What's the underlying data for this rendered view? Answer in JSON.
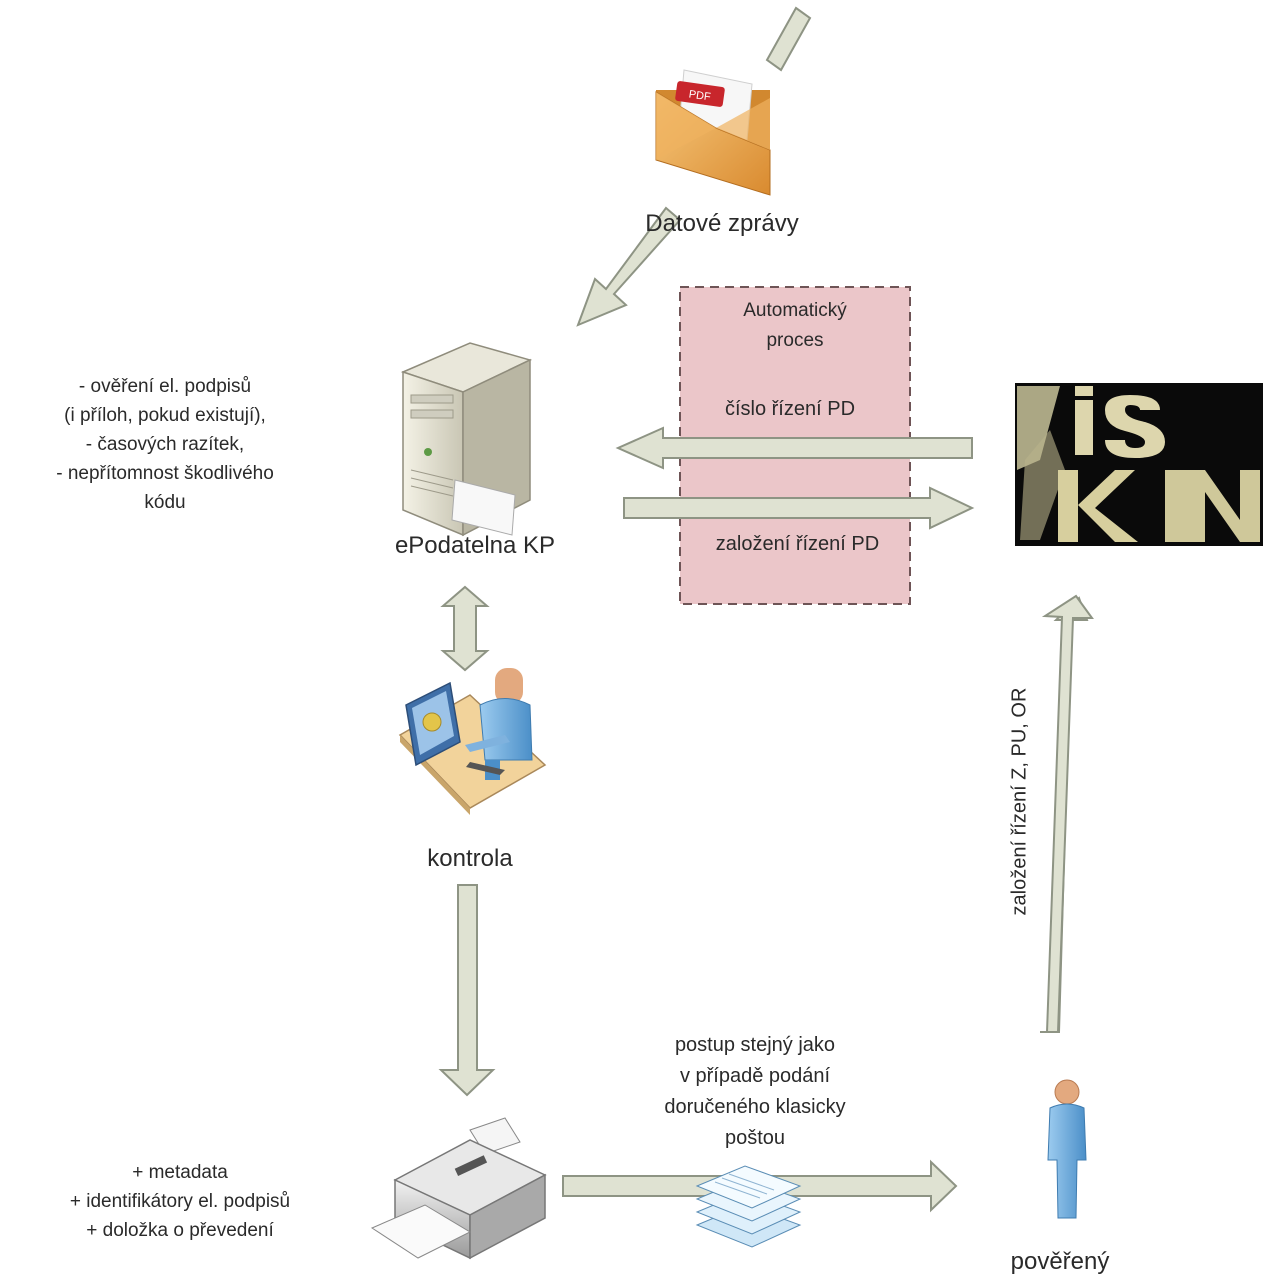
{
  "labels": {
    "datove_zpravy": "Datové zprávy",
    "epodatelna": "ePodatelna KP",
    "kontrola": "kontrola",
    "povereny": "pověřený",
    "auto_process": [
      "Automatický",
      "proces"
    ],
    "cislo_rizeni": "číslo řízení PD",
    "zalozeni_rizeni_pd": "založení řízení PD",
    "zalozeni_rizeni_z": "založení řízení Z, PU, OR",
    "overeni": [
      "- ověření el. podpisů",
      "(i příloh, pokud existují),",
      "- časových razítek,",
      "- nepřítomnost škodlivého",
      "kódu"
    ],
    "postup": [
      "postup stejný jako",
      "v případě podání",
      "doručeného klasicky",
      "poštou"
    ],
    "metadata": [
      "+ metadata",
      "+ identifikátory el. podpisů",
      "+ doložka o převedení"
    ]
  },
  "logo_text": "ISKN",
  "colors": {
    "arrow_fill": "#dfe2d2",
    "arrow_stroke": "#8e9484",
    "process_box_fill": "#e3b6b9",
    "process_box_border": "#7a5a5c",
    "envelope": "#e8a64c",
    "pdf_red": "#c8262c",
    "person_blue": "#6fa8d8",
    "skin": "#e3a97f"
  },
  "icons": [
    "envelope-pdf-icon",
    "server-icon",
    "workstation-user-icon",
    "printer-icon",
    "documents-icon",
    "person-icon",
    "iskn-logo-icon"
  ]
}
